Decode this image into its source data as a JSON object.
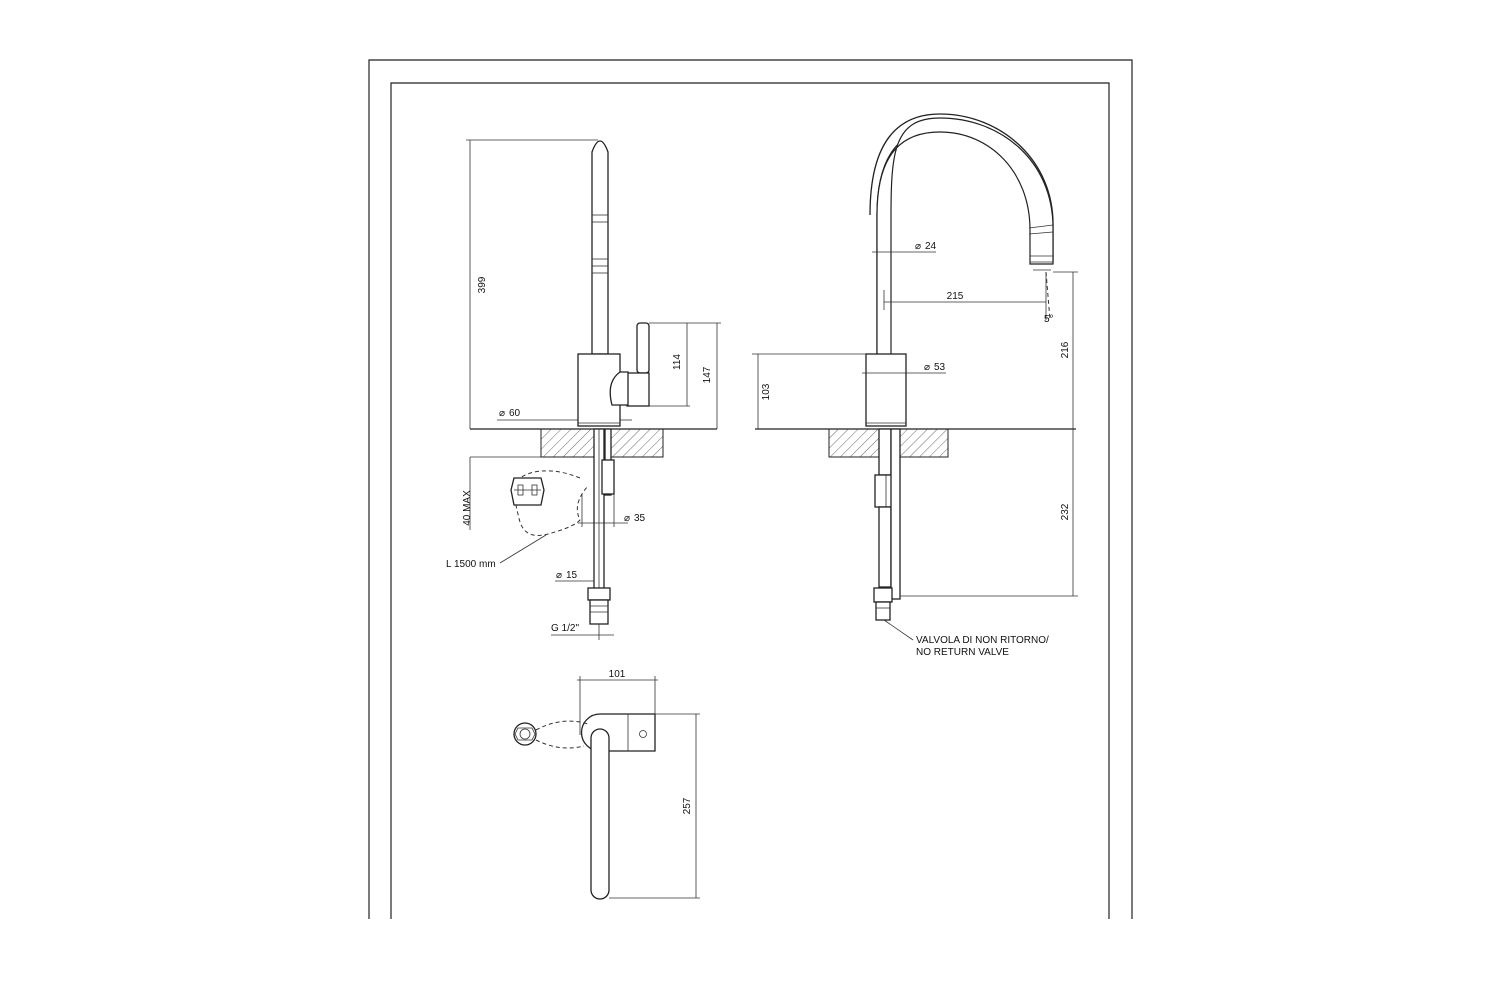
{
  "side_view": {
    "height_399": "399",
    "height_147": "147",
    "height_114": "114",
    "dia_60": "60",
    "max_40": "40 MAX",
    "dia_35": "35",
    "dia_15": "15",
    "hose_length": "L 1500 mm",
    "thread": "G 1/2\""
  },
  "front_view": {
    "dia_24": "24",
    "reach_215": "215",
    "dia_53": "53",
    "height_103": "103",
    "height_216": "216",
    "depth_232": "232",
    "angle": "5°",
    "valve_label_it": "VALVOLA DI NON RITORNO/",
    "valve_label_en": "NO RETURN VALVE"
  },
  "top_view": {
    "width_101": "101",
    "length_257": "257"
  },
  "icons": [
    "diameter-symbol"
  ]
}
